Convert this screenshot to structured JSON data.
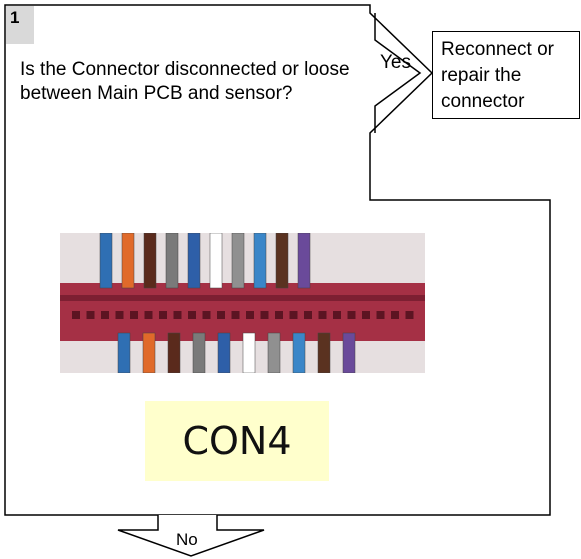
{
  "step": {
    "number": "1",
    "question": "Is the Connector disconnected or loose between Main PCB and sensor?"
  },
  "yes_branch": {
    "label": "Yes",
    "action": "Reconnect or repair the connector"
  },
  "no_branch": {
    "label": "No"
  },
  "connector": {
    "label": "CON4",
    "wire_colors": [
      "#2f6fb3",
      "#e06a2a",
      "#5a2a1c",
      "#7a7a7a",
      "#2e5fa8",
      "#ffffff",
      "#909090",
      "#3a86c8",
      "#5a3220",
      "#6a4a9a"
    ],
    "housing_color": "#a53045"
  },
  "colors": {
    "line": "#000000",
    "label_background": "#ffffcc",
    "badge_background": "#d9d9d9"
  }
}
